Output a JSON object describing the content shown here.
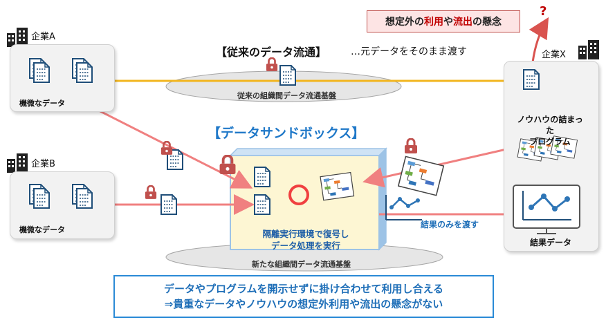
{
  "concern": {
    "prefix": "想定外の",
    "w1": "利用",
    "mid": "や",
    "w2": "流出",
    "suffix": "の懸念"
  },
  "question_mark": "?",
  "conventional": {
    "title": "【従来のデータ流通】",
    "subtitle": "…元データをそのまま渡す",
    "platform": "従来の組織間データ流通基盤"
  },
  "company_a": {
    "name": "企業A",
    "data_label": "機微なデータ"
  },
  "company_b": {
    "name": "企業B",
    "data_label": "機微なデータ"
  },
  "company_x": {
    "name": "企業X",
    "knowhow_label_1": "ノウハウの詰まった",
    "knowhow_label_2": "プログラム",
    "result_label": "結果データ"
  },
  "sandbox": {
    "title": "【データサンドボックス】",
    "line1": "隔離実行環境で復号し",
    "line2": "データ処理を実行",
    "platform": "新たな組織間データ流通基盤"
  },
  "result_only": "結果のみを渡す",
  "bottom": {
    "line1": "データやプログラムを開示せずに掛け合わせて利用し合える",
    "line2": "⇒貴重なデータやノウハウの想定外利用や流出の懸念がない"
  },
  "colors": {
    "accent_blue": "#1f78c8",
    "arrow_yellow": "#f2b51e",
    "arrow_red": "#f08080",
    "lock": "#c0504d",
    "sandbox_fill": "#fdf6d3",
    "sandbox_border": "#9dc3e6"
  }
}
